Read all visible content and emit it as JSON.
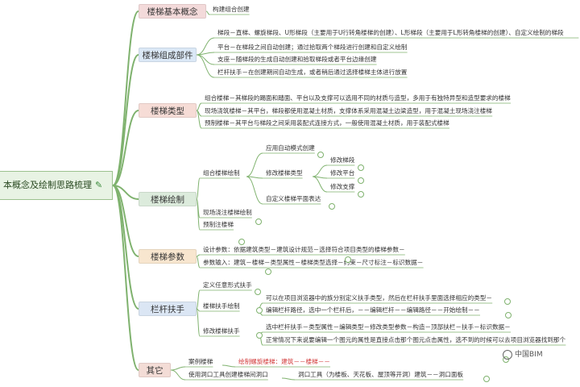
{
  "root": {
    "label": "本概念及绘制思路梳理",
    "icon": "pencil-icon"
  },
  "branches": [
    {
      "id": "b1",
      "label": "楼梯基本概念",
      "color": "#f3dada",
      "items": [
        {
          "text": "构建组合创建"
        }
      ]
    },
    {
      "id": "b2",
      "label": "楼梯组成部件",
      "color": "#dbe8f6",
      "items": [
        {
          "text": "梯段－直梯、螺旋梯段、U形梯段（主要用于U行转角楼梯的创建）、L形梯段（主要用于L形转角楼梯的创建）、自定义绘制的梯段"
        },
        {
          "text": "平台－在梯段之间自动创建；通过拾取两个梯段进行创建和自定义绘制"
        },
        {
          "text": "支座－随梯段的生成自动创建和拾取梯段或者平台边缘创建"
        },
        {
          "text": "栏杆扶手－在创建期间自动生成，或者稍后通过选择楼梯主体进行放置"
        }
      ]
    },
    {
      "id": "b3",
      "label": "楼梯类型",
      "color": "#f6dcd6",
      "items": [
        {
          "text": "组合楼梯－其梯段的踢面和踏面、平台以及支撑可以选用不同的材质与造型，多用于有独特异型和造型要求的楼梯"
        },
        {
          "text": "现场浇筑楼梯－其平台，梯段都使用混凝土材质，支撑体系采用混凝土边梁造型，用于混凝土现场浇注楼梯"
        },
        {
          "text": "预制楼梯－其平台与梯段之间采用装配式连接方式，一般使用混凝土材质，用于装配式楼梯"
        }
      ]
    },
    {
      "id": "b4",
      "label": "楼梯绘制",
      "color": "#dcebdc",
      "items": [
        {
          "text": "组合楼梯绘制"
        },
        {
          "text": "应用自动模式创建"
        },
        {
          "text": "修改楼梯类型"
        },
        {
          "text": "修改梯段"
        },
        {
          "text": "修改平台"
        },
        {
          "text": "修改支撑"
        },
        {
          "text": "自定义楼梯平面表达"
        },
        {
          "text": "现场浇注楼梯绘制"
        },
        {
          "text": "预制注楼梯"
        }
      ]
    },
    {
      "id": "b5",
      "label": "楼梯参数",
      "color": "#f8e6cf",
      "items": [
        {
          "text": "设计参数：依据建筑类型－建筑设计规范－选择符合项目类型的楼梯参数－"
        },
        {
          "text": "参数输入：建筑－楼梯－类型属性－楼梯类型选择－约束－尺寸标注－标识数据－"
        }
      ]
    },
    {
      "id": "b6",
      "label": "栏杆扶手",
      "color": "#dbe6f4",
      "items": [
        {
          "text": "定义任意形式扶手"
        },
        {
          "text": "楼梯扶手绘制"
        },
        {
          "text": "可以在项目浏览器中的族分别定义扶手类型，然后在栏杆扶手里面选择相应的类型－"
        },
        {
          "text": "编辑栏杆路径，选中一个栏杆后，－－编辑栏杆－－编辑路径－－开始绘制－－"
        },
        {
          "text": "修改楼梯扶手"
        },
        {
          "text": "选中栏杆扶手－类型属性－编辑类型－修改类型参数－构造－顶部扶栏－扶手－标识数据－"
        },
        {
          "text": "正常情况下来说要编辑一个图元的属性是直接点击那个图元点击属性，选不到的时候可以去项目浏览器找到那个"
        }
      ]
    },
    {
      "id": "b7",
      "label": "其它",
      "color": "#f3dcd6",
      "items": [
        {
          "text": "案例楼梯"
        },
        {
          "text": "绘制螺旋楼梯：建筑－－楼梯－－"
        },
        {
          "text": "使用洞口工具创建楼梯间洞口"
        },
        {
          "text": "洞口工具（为楼板、天花板、屋顶等开洞）建筑－－洞口面板"
        }
      ]
    }
  ],
  "watermark": "中国BIM"
}
